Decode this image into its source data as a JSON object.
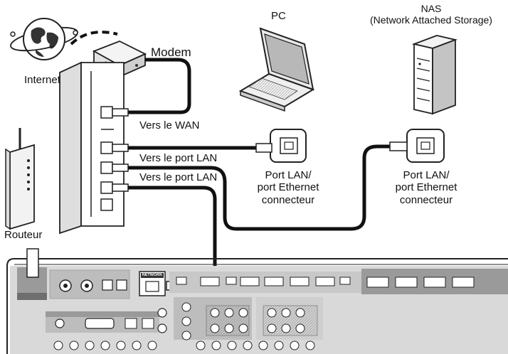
{
  "labels": {
    "internet": "Internet",
    "modem": "Modem",
    "pc": "PC",
    "nas_line1": "NAS",
    "nas_line2": "(Network Attached Storage)",
    "router": "Routeur",
    "to_wan": "Vers le WAN",
    "to_lan_1": "Vers le port LAN",
    "to_lan_2": "Vers le port LAN",
    "pc_port_line1": "Port LAN/",
    "pc_port_line2": "port Ethernet",
    "pc_port_line3": "connecteur",
    "nas_port_line1": "Port LAN/",
    "nas_port_line2": "port Ethernet",
    "nas_port_line3": "connecteur",
    "network_jack": "NETWORK"
  },
  "colors": {
    "cable": "#111111",
    "outline": "#222222",
    "receiver_panel": "#d9d9d9",
    "receiver_section": "#9a9a9a",
    "receiver_dark_strip": "#6e6e6e"
  },
  "icons": [
    "globe-icon",
    "modem-icon",
    "laptop-icon",
    "nas-tower-icon",
    "router-icon",
    "ethernet-port-icon",
    "rj45-plug-icon",
    "av-receiver-rear-panel"
  ]
}
